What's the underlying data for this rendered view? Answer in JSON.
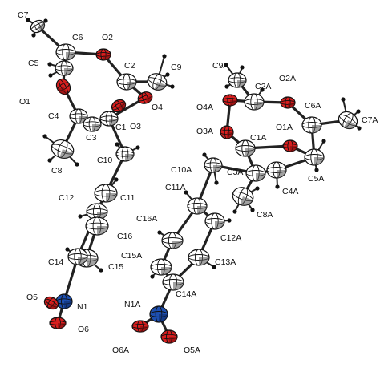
{
  "colors": {
    "carbon": "#ffffff",
    "oxygen": "#d81e1e",
    "nitrogen": "#1d4fb0",
    "bond": "#222222",
    "hydrogen": "#111111"
  },
  "molecule_a": {
    "labels": {
      "C7": "C7",
      "C6": "C6",
      "O2": "O2",
      "C9": "C9",
      "C5": "C5",
      "C2": "C2",
      "O1": "O1",
      "O4": "O4",
      "C4": "C4",
      "C1": "C1",
      "O3": "O3",
      "C3": "C3",
      "C8": "C8",
      "C10": "C10",
      "C12": "C12",
      "C11": "C11",
      "C16": "C16",
      "C14": "C14",
      "C15": "C15",
      "O5": "O5",
      "N1": "N1",
      "O6": "O6"
    }
  },
  "molecule_b": {
    "labels": {
      "C9A": "C9A",
      "C2A": "C2A",
      "O2A": "O2A",
      "O4A": "O4A",
      "C6A": "C6A",
      "C7A": "C7A",
      "O3A": "O3A",
      "C1A": "C1A",
      "O1A": "O1A",
      "C10A": "C10A",
      "C3A": "C3A",
      "C11A": "C11A",
      "C5A": "C5A",
      "C4A": "C4A",
      "C8A": "C8A",
      "C16A": "C16A",
      "C12A": "C12A",
      "C15A": "C15A",
      "C13A": "C13A",
      "C14A": "C14A",
      "N1A": "N1A",
      "O6A": "O6A",
      "O5A": "O5A"
    }
  }
}
